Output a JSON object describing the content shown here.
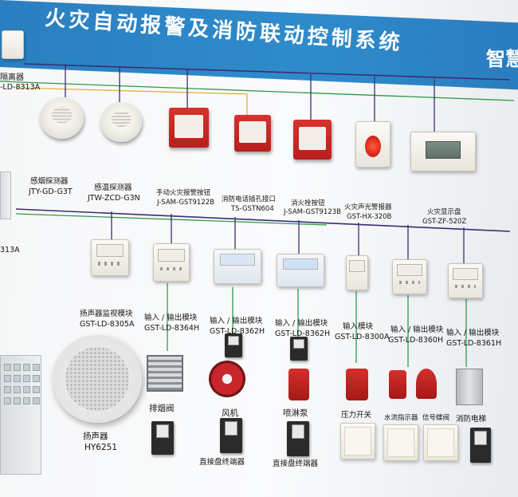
{
  "banner": {
    "title": "火灾自动报警及消防联动控制系统",
    "right_text": "智慧"
  },
  "top_left": {
    "isolator_label": "隔离器",
    "isolator_model": "-LD-8313A"
  },
  "row1": [
    {
      "name": "感烟探测器",
      "model": "JTY-GD-G3T"
    },
    {
      "name": "感温探测器",
      "model": "JTW-ZCD-G3N"
    },
    {
      "name": "手动火灾报警按钮",
      "model": "J-SAM-GST9122B"
    },
    {
      "name": "消防电话插孔接口",
      "model": "TS-GSTN604"
    },
    {
      "name": "消火栓按钮",
      "model": "J-SAM-GST9123B"
    },
    {
      "name": "火灾声光警报器",
      "model": "GST-HX-320B"
    },
    {
      "name": "火灾显示盘",
      "model": "GST-ZF-520Z"
    }
  ],
  "left_edge_model": "313A",
  "row2": [
    {
      "name": "扬声器监视模块",
      "model": "GST-LD-8305A"
    },
    {
      "name": "输入 / 输出模块",
      "model": "GST-LD-8364H"
    },
    {
      "name": "输入 / 输出模块",
      "model": "GST-LD-8362H"
    },
    {
      "name": "输入 / 输出模块",
      "model": "GST-LD-8362H"
    },
    {
      "name": "输入模块",
      "model": "GST-LD-8300A"
    },
    {
      "name": "输入 / 输出模块",
      "model": "GST-LD-8360H"
    },
    {
      "name": "输入 / 输出模块",
      "model": "GST-LD-8361H"
    }
  ],
  "row3": {
    "speaker_name": "扬声器",
    "speaker_model": "HY6251",
    "damper": "排烟阀",
    "fan": "风机",
    "pump": "喷淋泵",
    "pressure_switch": "压力开关",
    "flow_indicator": "水流指示器",
    "signal_valve": "信号蝶阀",
    "elevator": "消防电梯",
    "terminal_1": "直接盘终端器",
    "terminal_2": "直接盘终端器"
  }
}
